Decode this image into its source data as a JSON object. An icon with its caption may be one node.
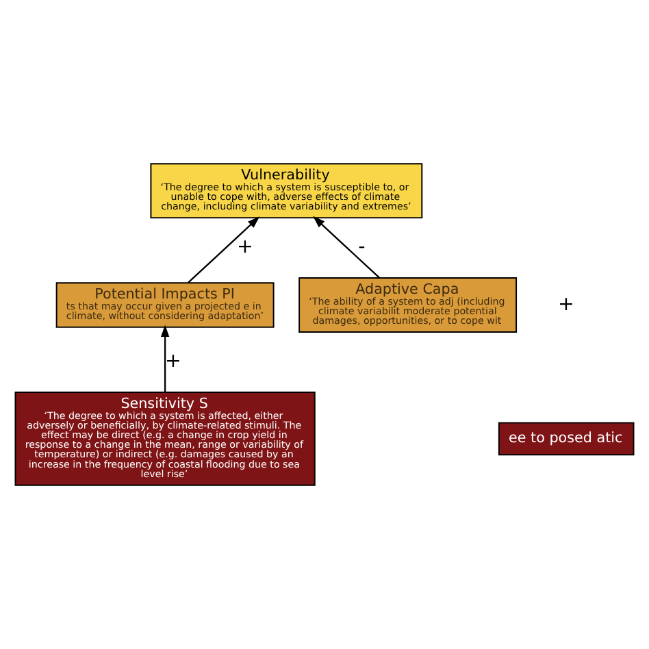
{
  "diagram": {
    "nodes": [
      {
        "text": [
          "Vulnerability",
          "‘The degree to which a system is susceptible to, or unable to cope with, adverse effects of climate change, including climate variability and extremes’"
        ]
      },
      {
        "text": [
          "Potential Impacts PI",
          "ts that may occur given a projected e in climate, without considering adaptation’"
        ]
      },
      {
        "text": [
          "Adaptive Capa",
          "‘The ability of a system to adj (including climate variabilit moderate potential damages, opportunities, or to cope wit"
        ]
      },
      {
        "text": [
          "ee to posed atic"
        ]
      },
      {
        "text": [
          "Sensitivity S",
          "‘The degree to which a system is affected, either adversely or beneficially, by climate-related stimuli. The effect may be direct (e.g. a change in crop yield in response to a change in the mean, range or variability of temperature) or indirect (e.g. damages caused by an increase in the frequency of coastal flooding due to sea level rise’"
        ]
      }
    ],
    "edges": [
      {
        "from": 1,
        "to": 0,
        "arrow": "to",
        "label": "+"
      },
      {
        "from": 2,
        "to": 0,
        "arrow": "to",
        "label": "-"
      },
      {
        "from": 4,
        "to": 1,
        "arrow": "to",
        "label": "+"
      }
    ],
    "labels": [
      "+"
    ]
  }
}
